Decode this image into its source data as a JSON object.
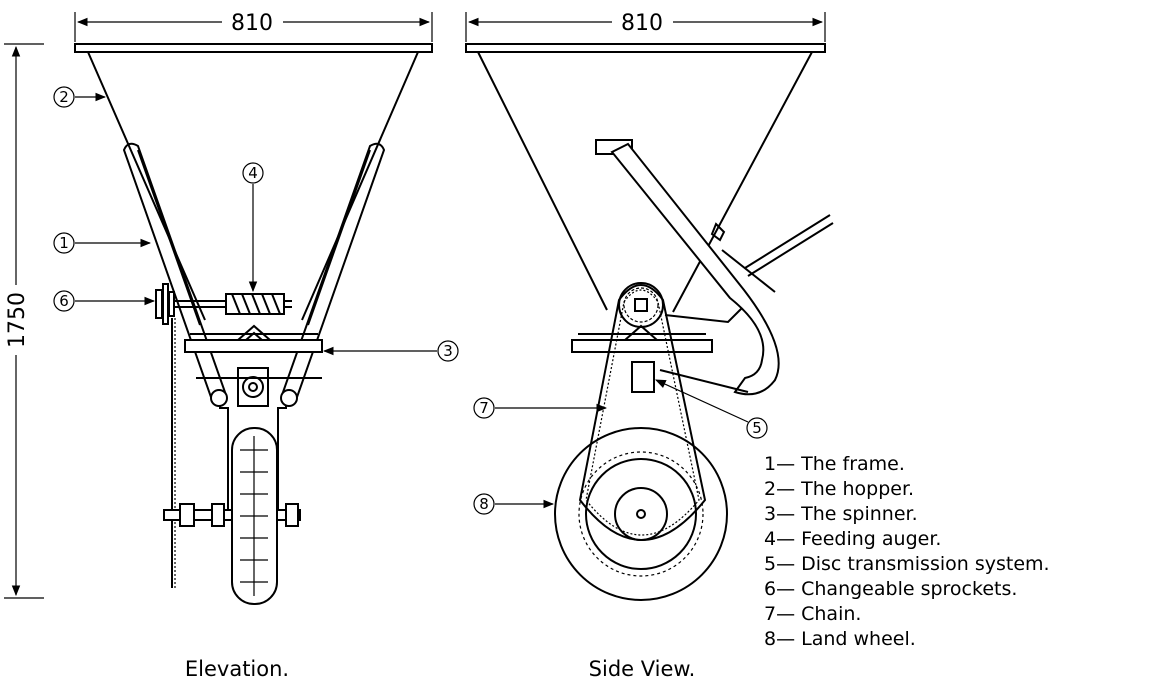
{
  "dimensions": {
    "elevation_width": "810",
    "side_width": "810",
    "overall_height": "1750"
  },
  "callouts": {
    "c1": "1",
    "c2": "2",
    "c3": "3",
    "c4": "4",
    "c5": "5",
    "c6": "6",
    "c7": "7",
    "c8": "8"
  },
  "view_titles": {
    "elevation": "Elevation.",
    "side": "Side View."
  },
  "legend": [
    "1— The frame.",
    "2— The hopper.",
    "3— The spinner.",
    "4— Feeding auger.",
    "5— Disc transmission system.",
    "6— Changeable sprockets.",
    "7— Chain.",
    "8— Land wheel."
  ]
}
